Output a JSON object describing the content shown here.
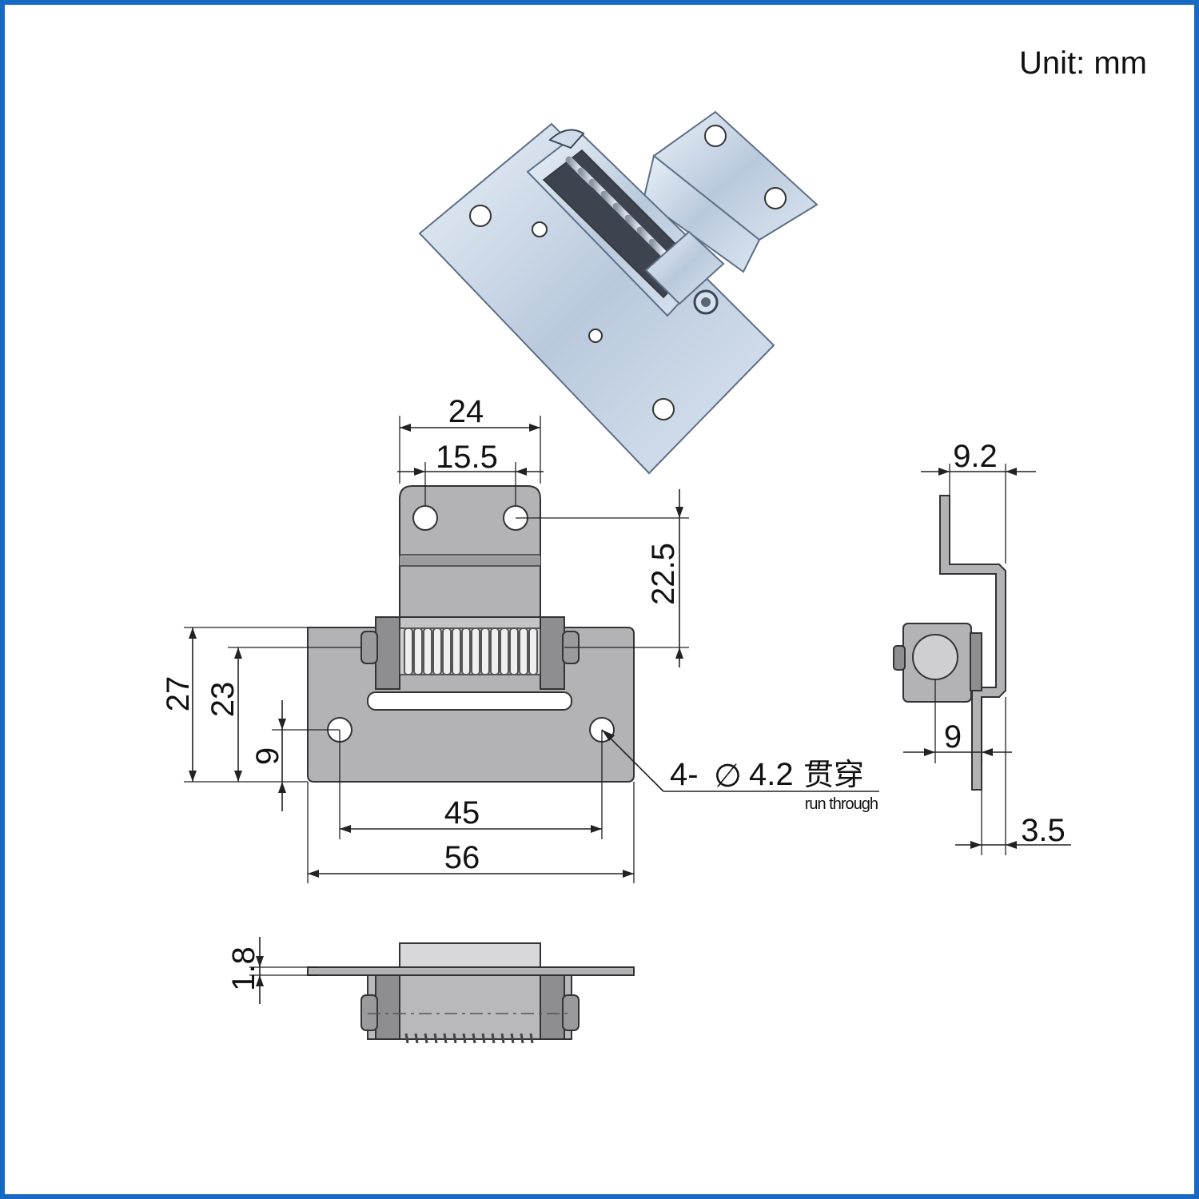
{
  "unit_label": "Unit:  mm",
  "dimensions": {
    "top_width": "24",
    "hole_spacing_top": "15.5",
    "hole_to_spring_height": "22.5",
    "base_height": "27",
    "spring_axis_height": "23",
    "hole_height": "9",
    "hole_spacing_base": "45",
    "base_width": "56",
    "side_leaf_offset": "9.2",
    "side_spring_offset": "9",
    "side_thickness_offset": "3.5",
    "plate_thickness": "1.8"
  },
  "hole_callout": {
    "prefix": "4-",
    "diameter_symbol": "∅",
    "value": "4.2",
    "chinese_label": "贯穿",
    "english_label": "run through"
  },
  "colors": {
    "frame_border": "#1769c4",
    "part_fill": "#b3b3b5",
    "metal_photo": "#c9d6e6"
  }
}
